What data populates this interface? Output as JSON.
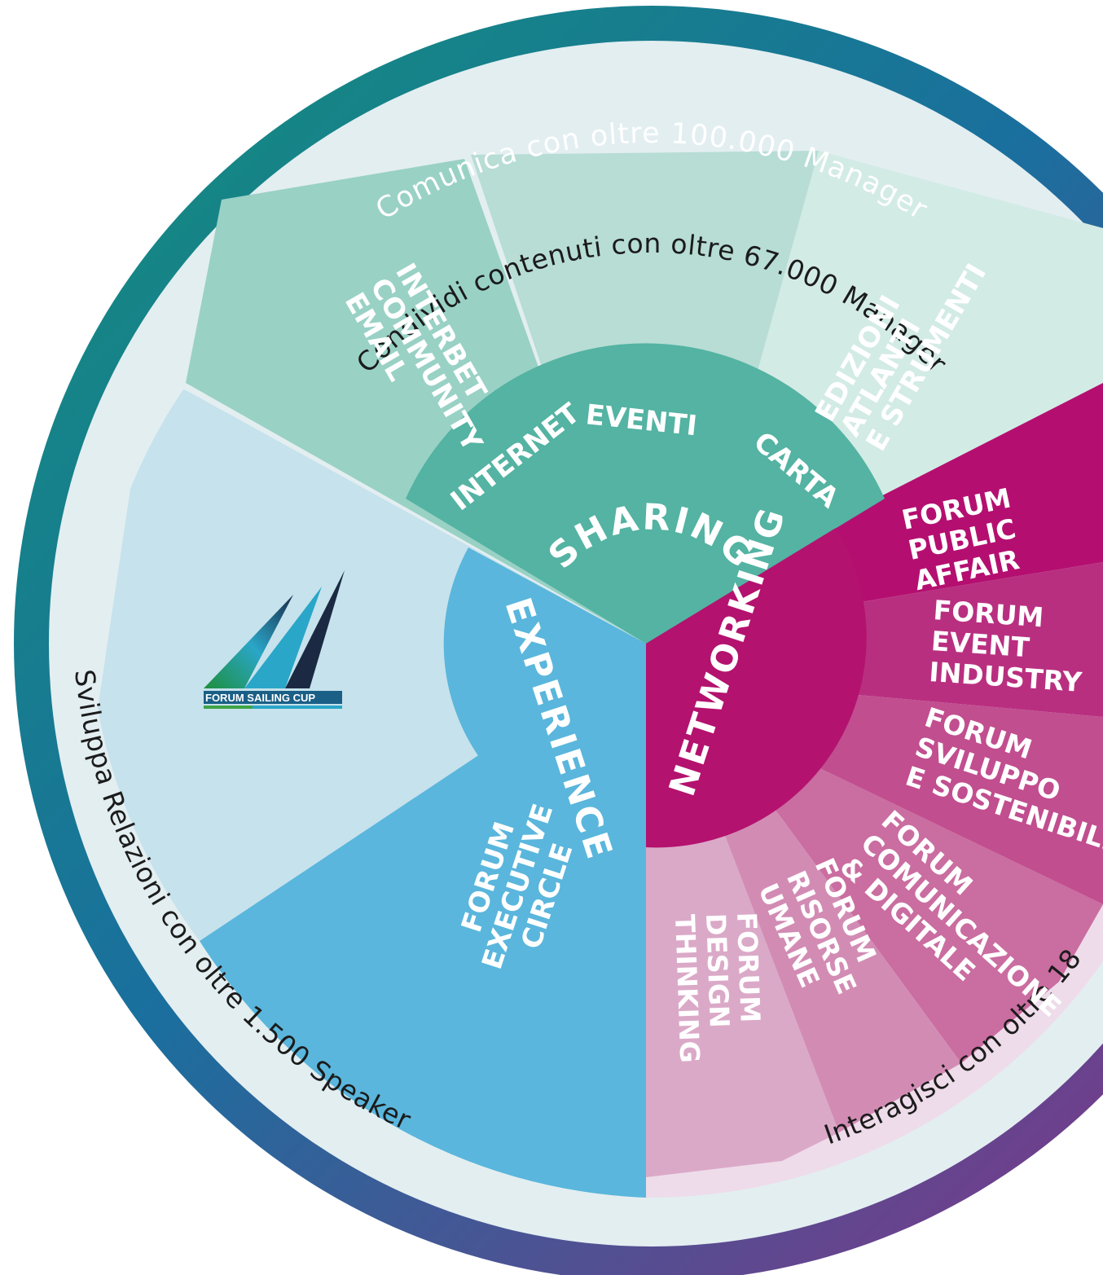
{
  "outer_ring": {
    "text": "Comunica con oltre 100.000 Manager",
    "colors": {
      "start": "#13907a",
      "mid": "#1a6f9e",
      "end": "#8b2f86"
    }
  },
  "inner_ring": {
    "top": "Condividi contenuti con oltre 67.000 Manager",
    "left": "Sviluppa Relazioni con oltre 1.500 Speaker",
    "right": "Interagisci con oltre 18",
    "color": "#e3eef1"
  },
  "hubs": {
    "sharing": {
      "label": "SHARING",
      "color": "#54b3a2",
      "icon": "none"
    },
    "experience": {
      "label": "EXPERIENCE",
      "color": "#5ab6dc"
    },
    "networking": {
      "label": "NETWORKING",
      "color": "#b4126f"
    }
  },
  "sharing_channels": [
    {
      "label": "INTERNET",
      "lines": [
        "INTERBET",
        "COMMUNITY",
        "EMAIL"
      ],
      "color": "#99d1c5"
    },
    {
      "label": "EVENTI",
      "lines": [],
      "color": "#b7ddd5"
    },
    {
      "label": "CARTA",
      "lines": [
        "EDIZIONI",
        "ATLANTI",
        "E STRUMENTI"
      ],
      "color": "#d3ebe5"
    }
  ],
  "experience_items": [
    {
      "lines": [
        "FORUM",
        "EXECUTIVE",
        "CIRCLE"
      ]
    }
  ],
  "logo": {
    "text": "FORUM SAILING CUP",
    "icon": "sailing-cup-logo"
  },
  "networking_items": [
    {
      "lines": [
        "FORUM",
        "PUBLIC",
        "AFFAIR"
      ],
      "color": "#b40f70"
    },
    {
      "lines": [
        "FORUM",
        "EVENT",
        "INDUSTRY"
      ],
      "color": "#b92f80"
    },
    {
      "lines": [
        "FORUM",
        "SVILUPPO",
        "E SOSTENIBILITÀ"
      ],
      "color": "#c14e8f"
    },
    {
      "lines": [
        "FORUM",
        "COMUNICAZIONE",
        "& DIGITALE"
      ],
      "color": "#ca6da0"
    },
    {
      "lines": [
        "FORUM",
        "RISORSE",
        "UMANE"
      ],
      "color": "#d28cb4"
    },
    {
      "lines": [
        "FORUM",
        "DESIGN",
        "THINKING"
      ],
      "color": "#dba9c8"
    }
  ]
}
